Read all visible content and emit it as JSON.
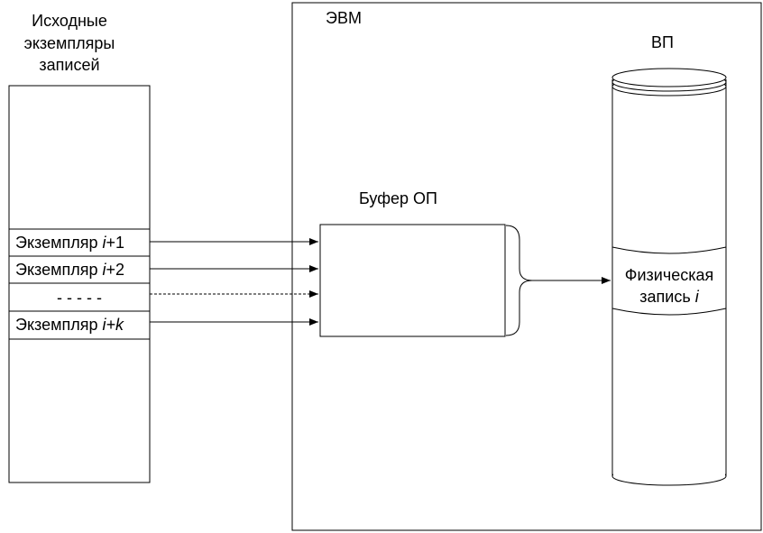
{
  "source_title": [
    "Исходные",
    "экземпляры",
    "записей"
  ],
  "records": [
    {
      "prefix": "Экземпляр ",
      "italic": "i",
      "suffix": "+1"
    },
    {
      "prefix": "Экземпляр ",
      "italic": "i",
      "suffix": "+2"
    },
    {
      "dots": "- - - - -"
    },
    {
      "prefix": "Экземпляр ",
      "italic": "i+k",
      "suffix": ""
    }
  ],
  "computer_label": "ЭВМ",
  "buffer_label": "Буфер ОП",
  "storage_label": "ВП",
  "physical_record": {
    "line1": "Физическая",
    "line2_prefix": "запись ",
    "line2_italic": "i"
  }
}
